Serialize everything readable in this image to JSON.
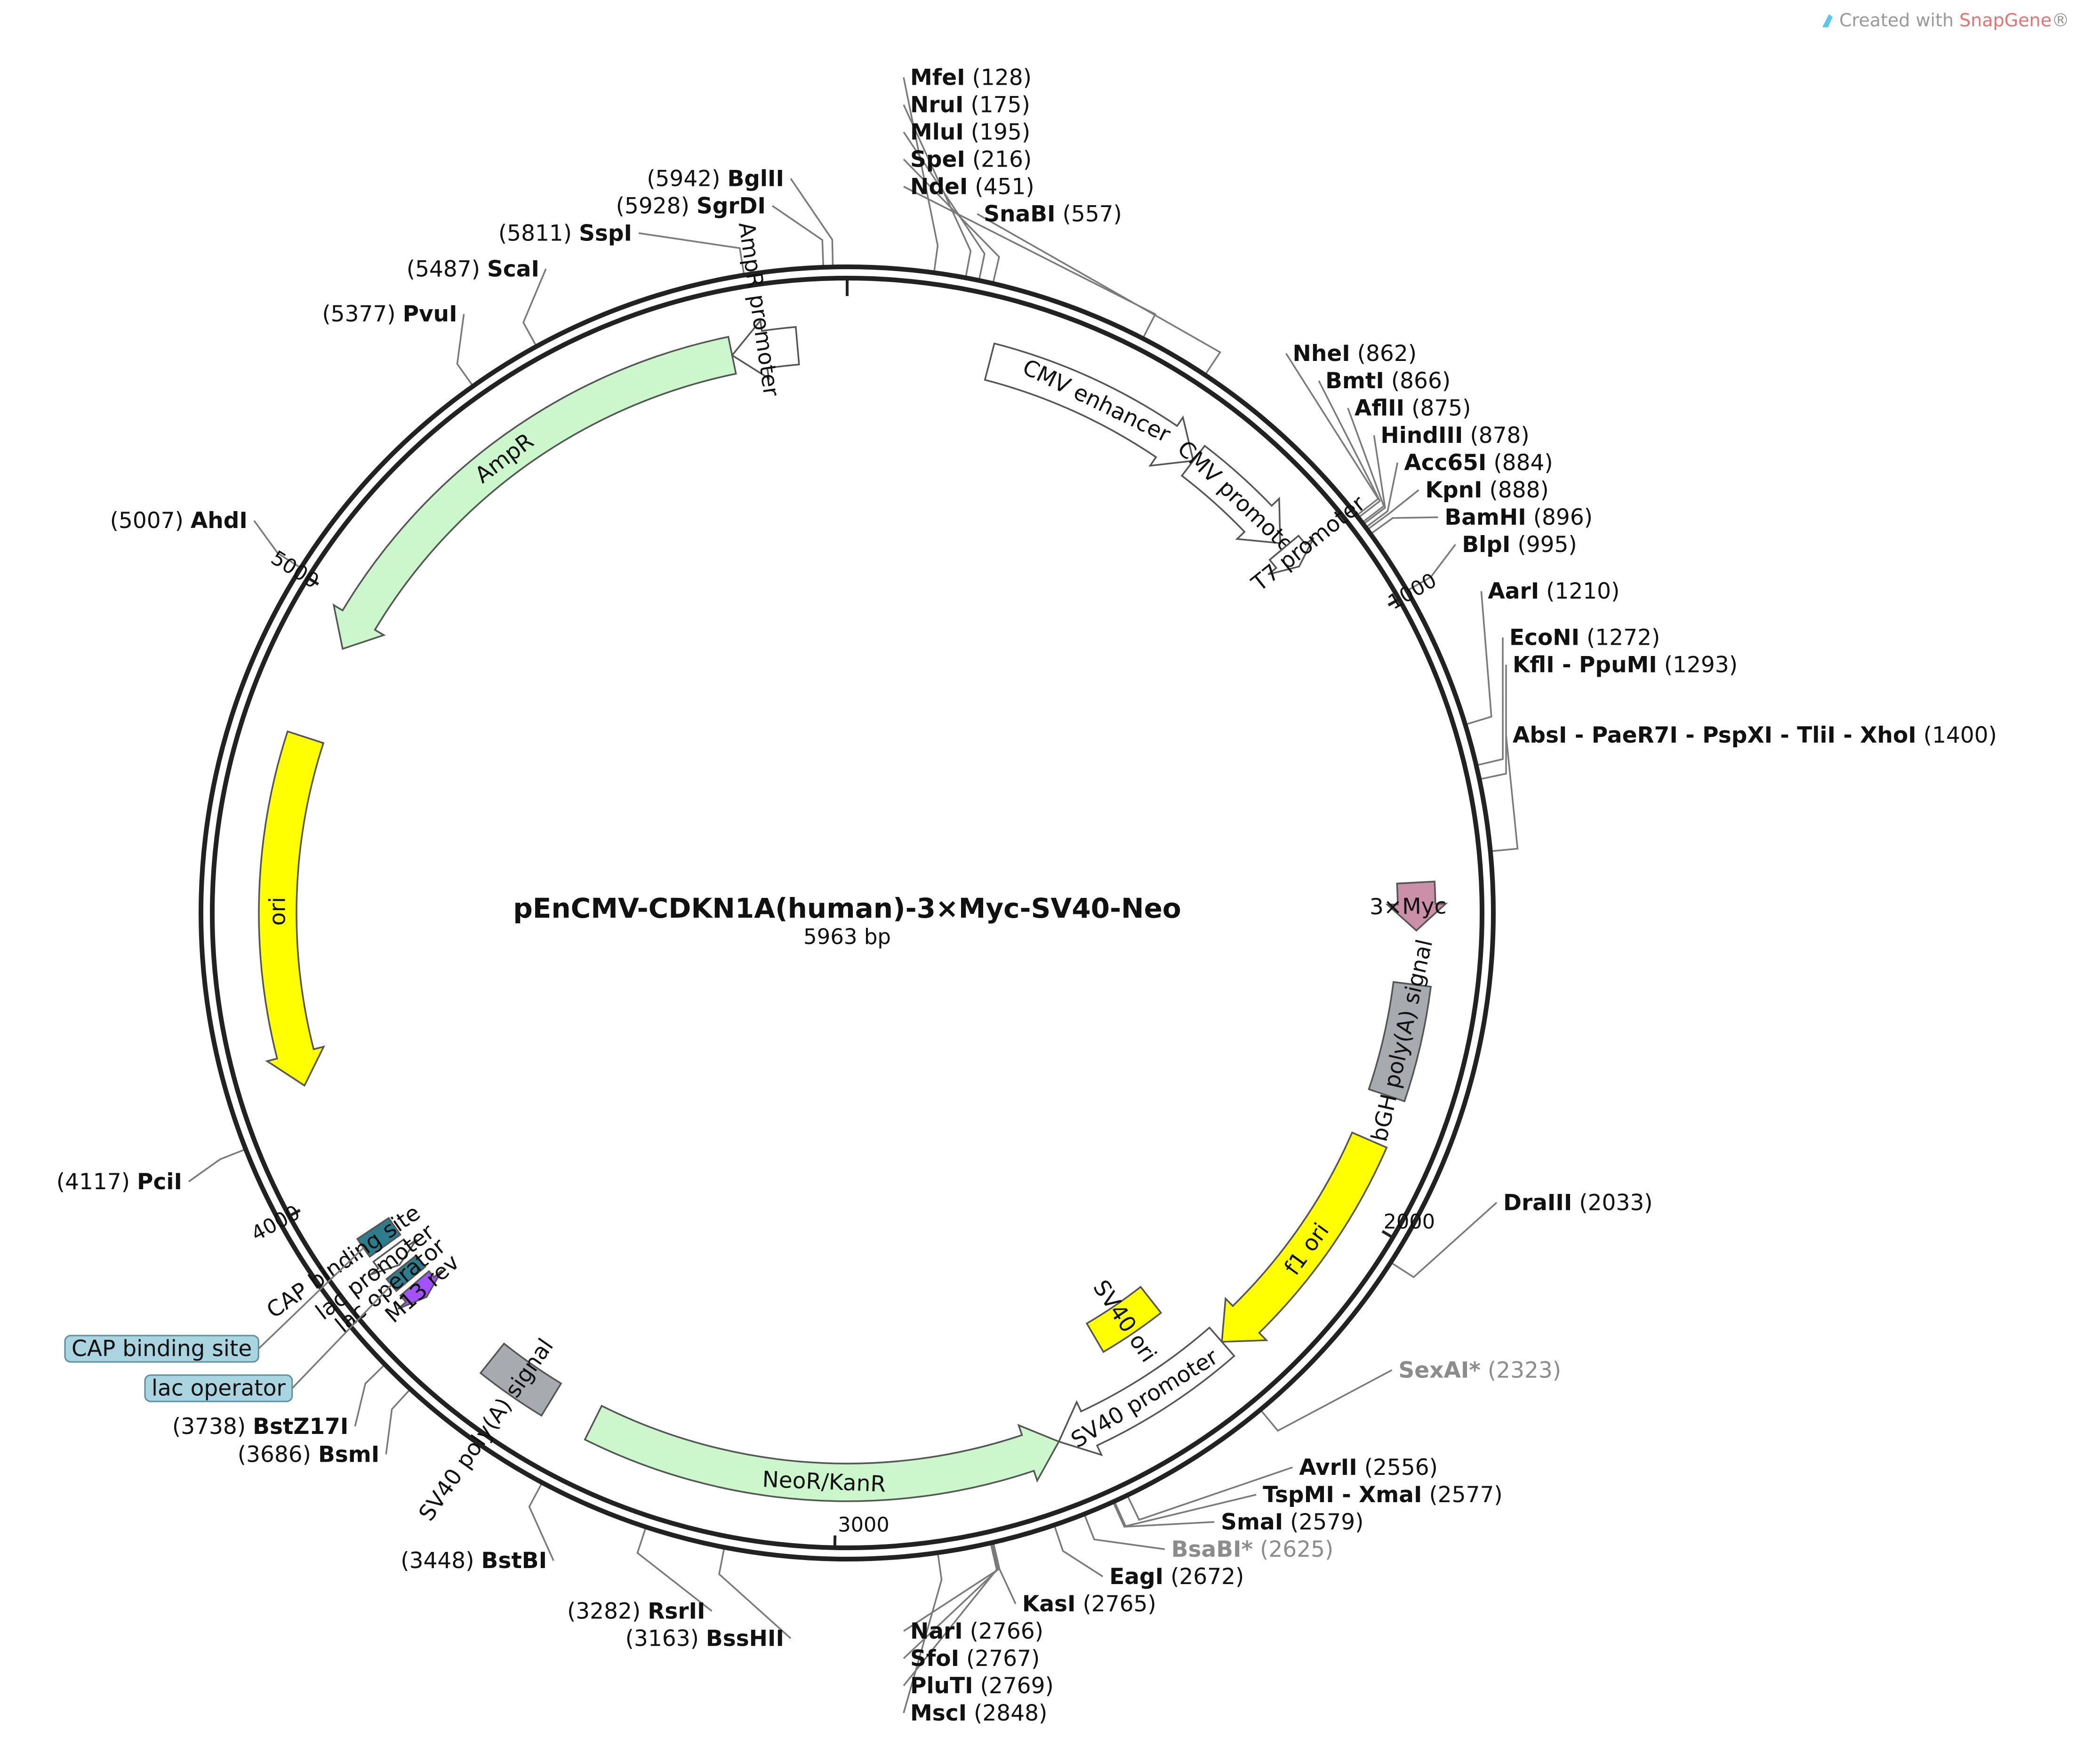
{
  "credit": {
    "prefix": "Created with ",
    "brand": "SnapGene",
    "suffix": "®"
  },
  "plasmid": {
    "name": "pEnCMV-CDKN1A(human)-3×Myc-SV40-Neo",
    "length_label": "5963 bp",
    "length": 5963
  },
  "scale_ticks": [
    {
      "pos": 0,
      "label": ""
    },
    {
      "pos": 1000,
      "label": "1000"
    },
    {
      "pos": 2000,
      "label": "2000"
    },
    {
      "pos": 3000,
      "label": "3000"
    },
    {
      "pos": 4000,
      "label": "4000"
    },
    {
      "pos": 5000,
      "label": "5000"
    }
  ],
  "sites": [
    {
      "name": "SgrDI",
      "pos": 5928,
      "pos_label": "(5928)"
    },
    {
      "name": "BglII",
      "pos": 5942,
      "pos_label": "(5942)"
    },
    {
      "name": "SspI",
      "pos": 5811,
      "pos_label": "(5811)"
    },
    {
      "name": "MfeI",
      "pos": 128,
      "pos_label": "(128)"
    },
    {
      "name": "NruI",
      "pos": 175,
      "pos_label": "(175)"
    },
    {
      "name": "MluI",
      "pos": 195,
      "pos_label": "(195)"
    },
    {
      "name": "SpeI",
      "pos": 216,
      "pos_label": "(216)"
    },
    {
      "name": "NdeI",
      "pos": 451,
      "pos_label": "(451)"
    },
    {
      "name": "SnaBI",
      "pos": 557,
      "pos_label": "(557)"
    },
    {
      "name": "ScaI",
      "pos": 5487,
      "pos_label": "(5487)"
    },
    {
      "name": "PvuI",
      "pos": 5377,
      "pos_label": "(5377)"
    },
    {
      "name": "NheI",
      "pos": 862,
      "pos_label": "(862)"
    },
    {
      "name": "BmtI",
      "pos": 866,
      "pos_label": "(866)"
    },
    {
      "name": "AflII",
      "pos": 875,
      "pos_label": "(875)"
    },
    {
      "name": "HindIII",
      "pos": 878,
      "pos_label": "(878)"
    },
    {
      "name": "Acc65I",
      "pos": 884,
      "pos_label": "(884)"
    },
    {
      "name": "KpnI",
      "pos": 888,
      "pos_label": "(888)"
    },
    {
      "name": "BamHI",
      "pos": 896,
      "pos_label": "(896)"
    },
    {
      "name": "BlpI",
      "pos": 995,
      "pos_label": "(995)"
    },
    {
      "name": "AhdI",
      "pos": 5007,
      "pos_label": "(5007)"
    },
    {
      "name": "AarI",
      "pos": 1210,
      "pos_label": "(1210)"
    },
    {
      "name": "EcoNI",
      "pos": 1272,
      "pos_label": "(1272)"
    },
    {
      "name": "KflI - PpuMI",
      "pos": 1293,
      "pos_label": "(1293)"
    },
    {
      "name": "AbsI - PaeR7I - PspXI - TliI - XhoI",
      "pos": 1400,
      "pos_label": "(1400)"
    },
    {
      "name": "PciI",
      "pos": 4117,
      "pos_label": "(4117)"
    },
    {
      "name": "DraIII",
      "pos": 2033,
      "pos_label": "(2033)"
    },
    {
      "name": "SexAI*",
      "pos": 2323,
      "pos_label": "(2323)",
      "gray": true
    },
    {
      "name": "AvrII",
      "pos": 2556,
      "pos_label": "(2556)"
    },
    {
      "name": "TspMI - XmaI",
      "pos": 2577,
      "pos_label": "(2577)"
    },
    {
      "name": "SmaI",
      "pos": 2579,
      "pos_label": "(2579)"
    },
    {
      "name": "BsaBI*",
      "pos": 2625,
      "pos_label": "(2625)",
      "gray": true
    },
    {
      "name": "EagI",
      "pos": 2672,
      "pos_label": "(2672)"
    },
    {
      "name": "KasI",
      "pos": 2765,
      "pos_label": "(2765)"
    },
    {
      "name": "NarI",
      "pos": 2766,
      "pos_label": "(2766)"
    },
    {
      "name": "SfoI",
      "pos": 2767,
      "pos_label": "(2767)"
    },
    {
      "name": "PluTI",
      "pos": 2769,
      "pos_label": "(2769)"
    },
    {
      "name": "MscI",
      "pos": 2848,
      "pos_label": "(2848)"
    },
    {
      "name": "BstZ17I",
      "pos": 3738,
      "pos_label": "(3738)"
    },
    {
      "name": "BsmI",
      "pos": 3686,
      "pos_label": "(3686)"
    },
    {
      "name": "BstBI",
      "pos": 3448,
      "pos_label": "(3448)"
    },
    {
      "name": "RsrII",
      "pos": 3282,
      "pos_label": "(3282)"
    },
    {
      "name": "BssHII",
      "pos": 3163,
      "pos_label": "(3163)"
    }
  ],
  "features": [
    {
      "name": "CMV enhancer",
      "start": 240,
      "end": 620,
      "dir": 1,
      "color": "#ffffff",
      "kind": "arrow",
      "lane": 1
    },
    {
      "name": "CMV promoter",
      "start": 620,
      "end": 820,
      "dir": 1,
      "color": "#ffffff",
      "kind": "arrow",
      "lane": 1
    },
    {
      "name": "T7 promoter",
      "start": 830,
      "end": 870,
      "dir": 1,
      "color": "#ffffff",
      "kind": "arrow",
      "lane": 1
    },
    {
      "name": "3×Myc",
      "start": 1440,
      "end": 1520,
      "dir": 1,
      "color": "#cc8fa8",
      "kind": "arrow",
      "lane": 1
    },
    {
      "name": "bGH poly(A) signal",
      "start": 1610,
      "end": 1800,
      "dir": 0,
      "color": "#a7abb0",
      "kind": "box",
      "lane": 1
    },
    {
      "name": "f1 ori",
      "start": 1880,
      "end": 2300,
      "dir": 1,
      "color": "#ffff00",
      "kind": "arrow",
      "lane": 1
    },
    {
      "name": "SV40 promoter",
      "start": 2300,
      "end": 2620,
      "dir": 1,
      "color": "#ffffff",
      "kind": "arrow",
      "lane": 1
    },
    {
      "name": "SV40 ori",
      "start": 2350,
      "end": 2480,
      "dir": 0,
      "color": "#ffff00",
      "kind": "box",
      "lane": 2
    },
    {
      "name": "NeoR/KanR",
      "start": 2620,
      "end": 3420,
      "dir": -1,
      "color": "#ccf7cc",
      "kind": "arrow",
      "lane": 1
    },
    {
      "name": "SV40 poly(A) signal",
      "start": 3500,
      "end": 3620,
      "dir": 0,
      "color": "#a7abb0",
      "kind": "box",
      "lane": 1
    },
    {
      "name": "M13 rev",
      "start": 3770,
      "end": 3800,
      "dir": -1,
      "color": "#a352ff",
      "kind": "arrow",
      "lane": 1
    },
    {
      "name": "lac operator",
      "start": 3810,
      "end": 3835,
      "dir": 0,
      "color": "#2e7d8c",
      "kind": "box",
      "lane": 1
    },
    {
      "name": "lac promoter",
      "start": 3840,
      "end": 3870,
      "dir": -1,
      "color": "#ffffff",
      "kind": "arrow",
      "lane": 1
    },
    {
      "name": "CAP binding site",
      "start": 3880,
      "end": 3915,
      "dir": 0,
      "color": "#2e7d8c",
      "kind": "box",
      "lane": 1
    },
    {
      "name": "ori",
      "start": 4180,
      "end": 4770,
      "dir": -1,
      "color": "#ffff00",
      "kind": "arrow",
      "lane": 1
    },
    {
      "name": "AmpR",
      "start": 4930,
      "end": 5770,
      "dir": -1,
      "color": "#ccf7cc",
      "kind": "arrow",
      "lane": 1
    },
    {
      "name": "AmpR promoter",
      "start": 5770,
      "end": 5880,
      "dir": -1,
      "color": "#ffffff",
      "kind": "arrow",
      "lane": 1
    }
  ],
  "callout_boxes": [
    {
      "name": "CAP binding site",
      "color": "#a9d4e0"
    },
    {
      "name": "lac operator",
      "color": "#a9d4e0"
    }
  ]
}
